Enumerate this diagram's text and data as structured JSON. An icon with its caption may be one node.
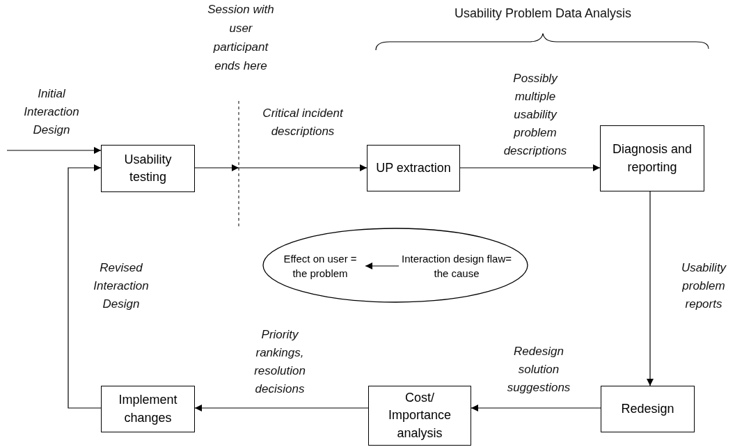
{
  "diagram": {
    "nodes": [
      {
        "text": [
          "Usability testing"
        ]
      },
      {
        "text": [
          "UP extraction"
        ]
      },
      {
        "text": [
          "Diagnosis and reporting"
        ]
      },
      {
        "text": [
          "Redesign"
        ]
      },
      {
        "text": [
          "Cost/ Importance analysis"
        ]
      },
      {
        "text": [
          "Implement changes"
        ]
      },
      {
        "text": [],
        "shape": "ellipse"
      },
      {
        "text": [
          "Effect on user = the problem"
        ],
        "in": 6
      },
      {
        "text": [
          "Interaction design flaw= the cause"
        ],
        "in": 6
      }
    ],
    "edges": [
      {
        "from": null,
        "to": 0,
        "arrow": "to",
        "label": "Initial Interaction Design"
      },
      {
        "from": 0,
        "to": 1,
        "arrow": "to",
        "label": "Critical incident descriptions"
      },
      {
        "from": 1,
        "to": 2,
        "arrow": "to",
        "label": "Possibly multiple usability problem descriptions"
      },
      {
        "from": 2,
        "to": 3,
        "arrow": "to",
        "label": "Usability problem reports"
      },
      {
        "from": 3,
        "to": 4,
        "arrow": "to",
        "label": "Redesign solution suggestions"
      },
      {
        "from": 4,
        "to": 5,
        "arrow": "to",
        "label": "Priority rankings, resolution decisions"
      },
      {
        "from": 5,
        "to": 0,
        "arrow": "to",
        "label": "Revised Interaction Design"
      },
      {
        "from": 8,
        "to": 7,
        "arrow": "to"
      }
    ],
    "labels": [
      "Session with user participant ends here",
      "Usability Problem Data Analysis"
    ]
  }
}
